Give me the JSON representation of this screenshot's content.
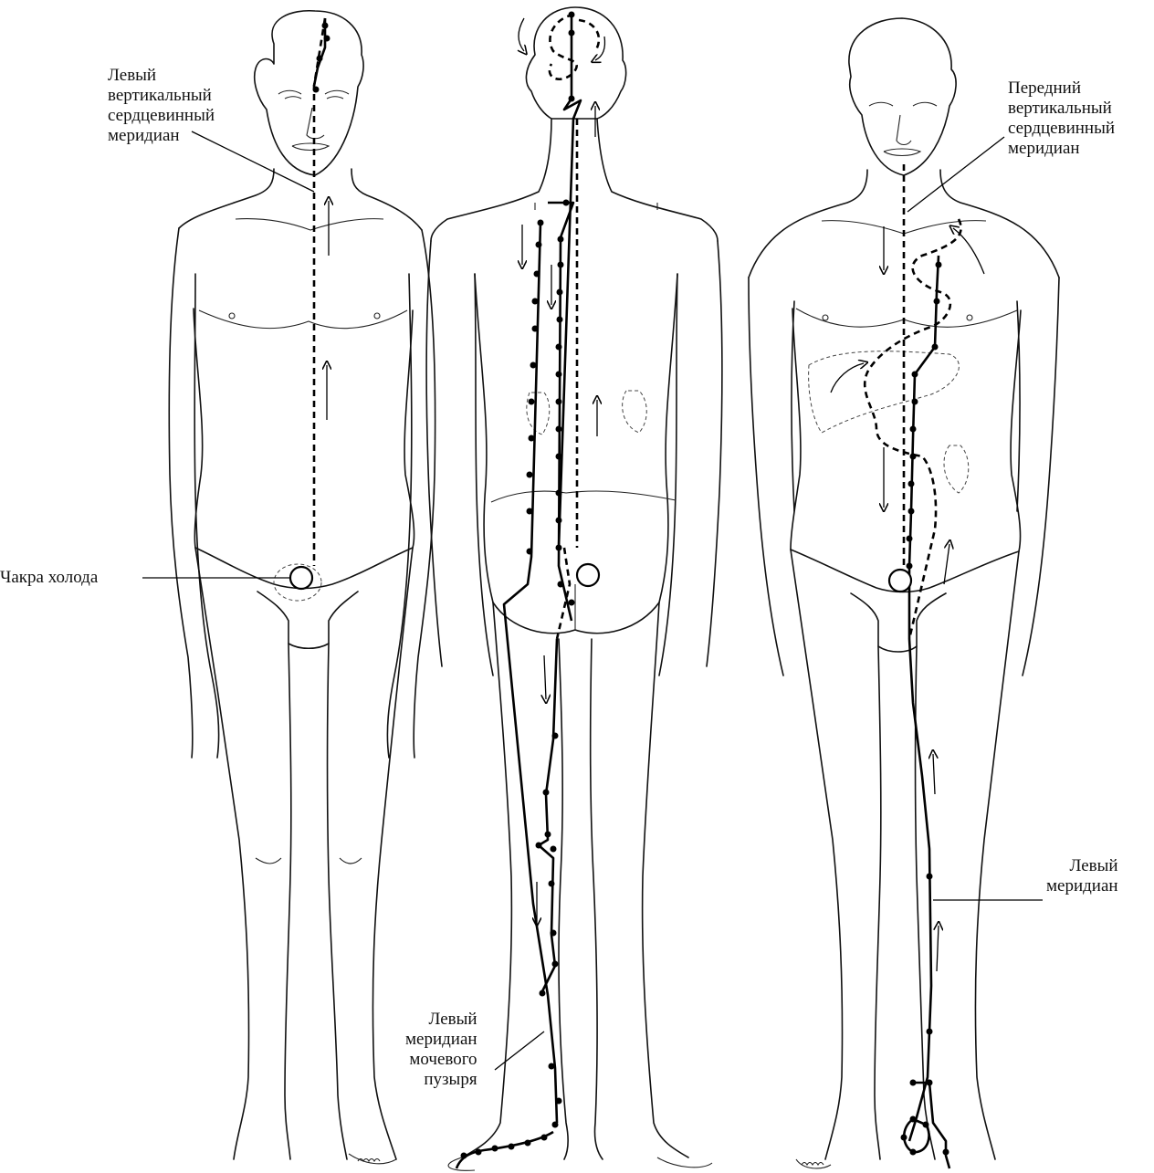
{
  "labels": {
    "left_vertical_meridian": "Левый\nвертикальный\nсердцевинный\nмеридиан",
    "front_vertical_meridian": "Передний\nвертикальный\nсердцевинный\nмеридиан",
    "cold_chakra": "Чакра холода",
    "left_meridian": "Левый\nмеридиан",
    "left_bladder_meridian": "Левый\nмеридиан\nмочевого\nпузыря"
  },
  "figures": [
    "front-view",
    "back-view",
    "front-view-right"
  ],
  "colors": {
    "ink": "#000000",
    "background": "#ffffff"
  }
}
